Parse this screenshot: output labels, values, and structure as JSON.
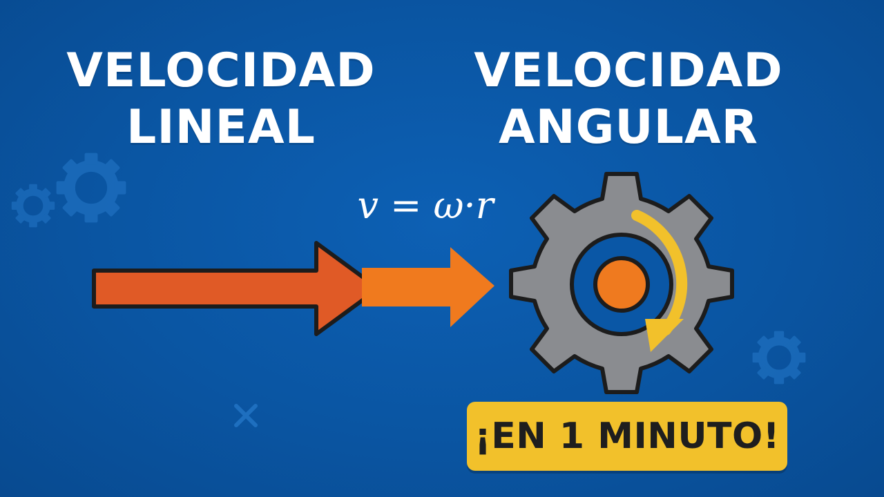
{
  "titles": {
    "left_line1": "VELOCIDAD",
    "left_line2": "LINEAL",
    "right_line1": "VELOCIDAD",
    "right_line2": "ANGULAR"
  },
  "formula": "v = ω·r",
  "badge": "¡EN 1 MINUTO!",
  "colors": {
    "background": "#0a57a6",
    "arrow_dark_orange": "#e05a26",
    "arrow_light_orange": "#f07a1e",
    "gear_gray": "#8a8c90",
    "gear_center": "#ef7a1f",
    "rotation_arrow": "#f2c12b",
    "badge": "#f2c12b"
  },
  "icons": [
    "gear-icon",
    "arrow-icon",
    "rotation-arrow-icon",
    "cross-icon"
  ]
}
